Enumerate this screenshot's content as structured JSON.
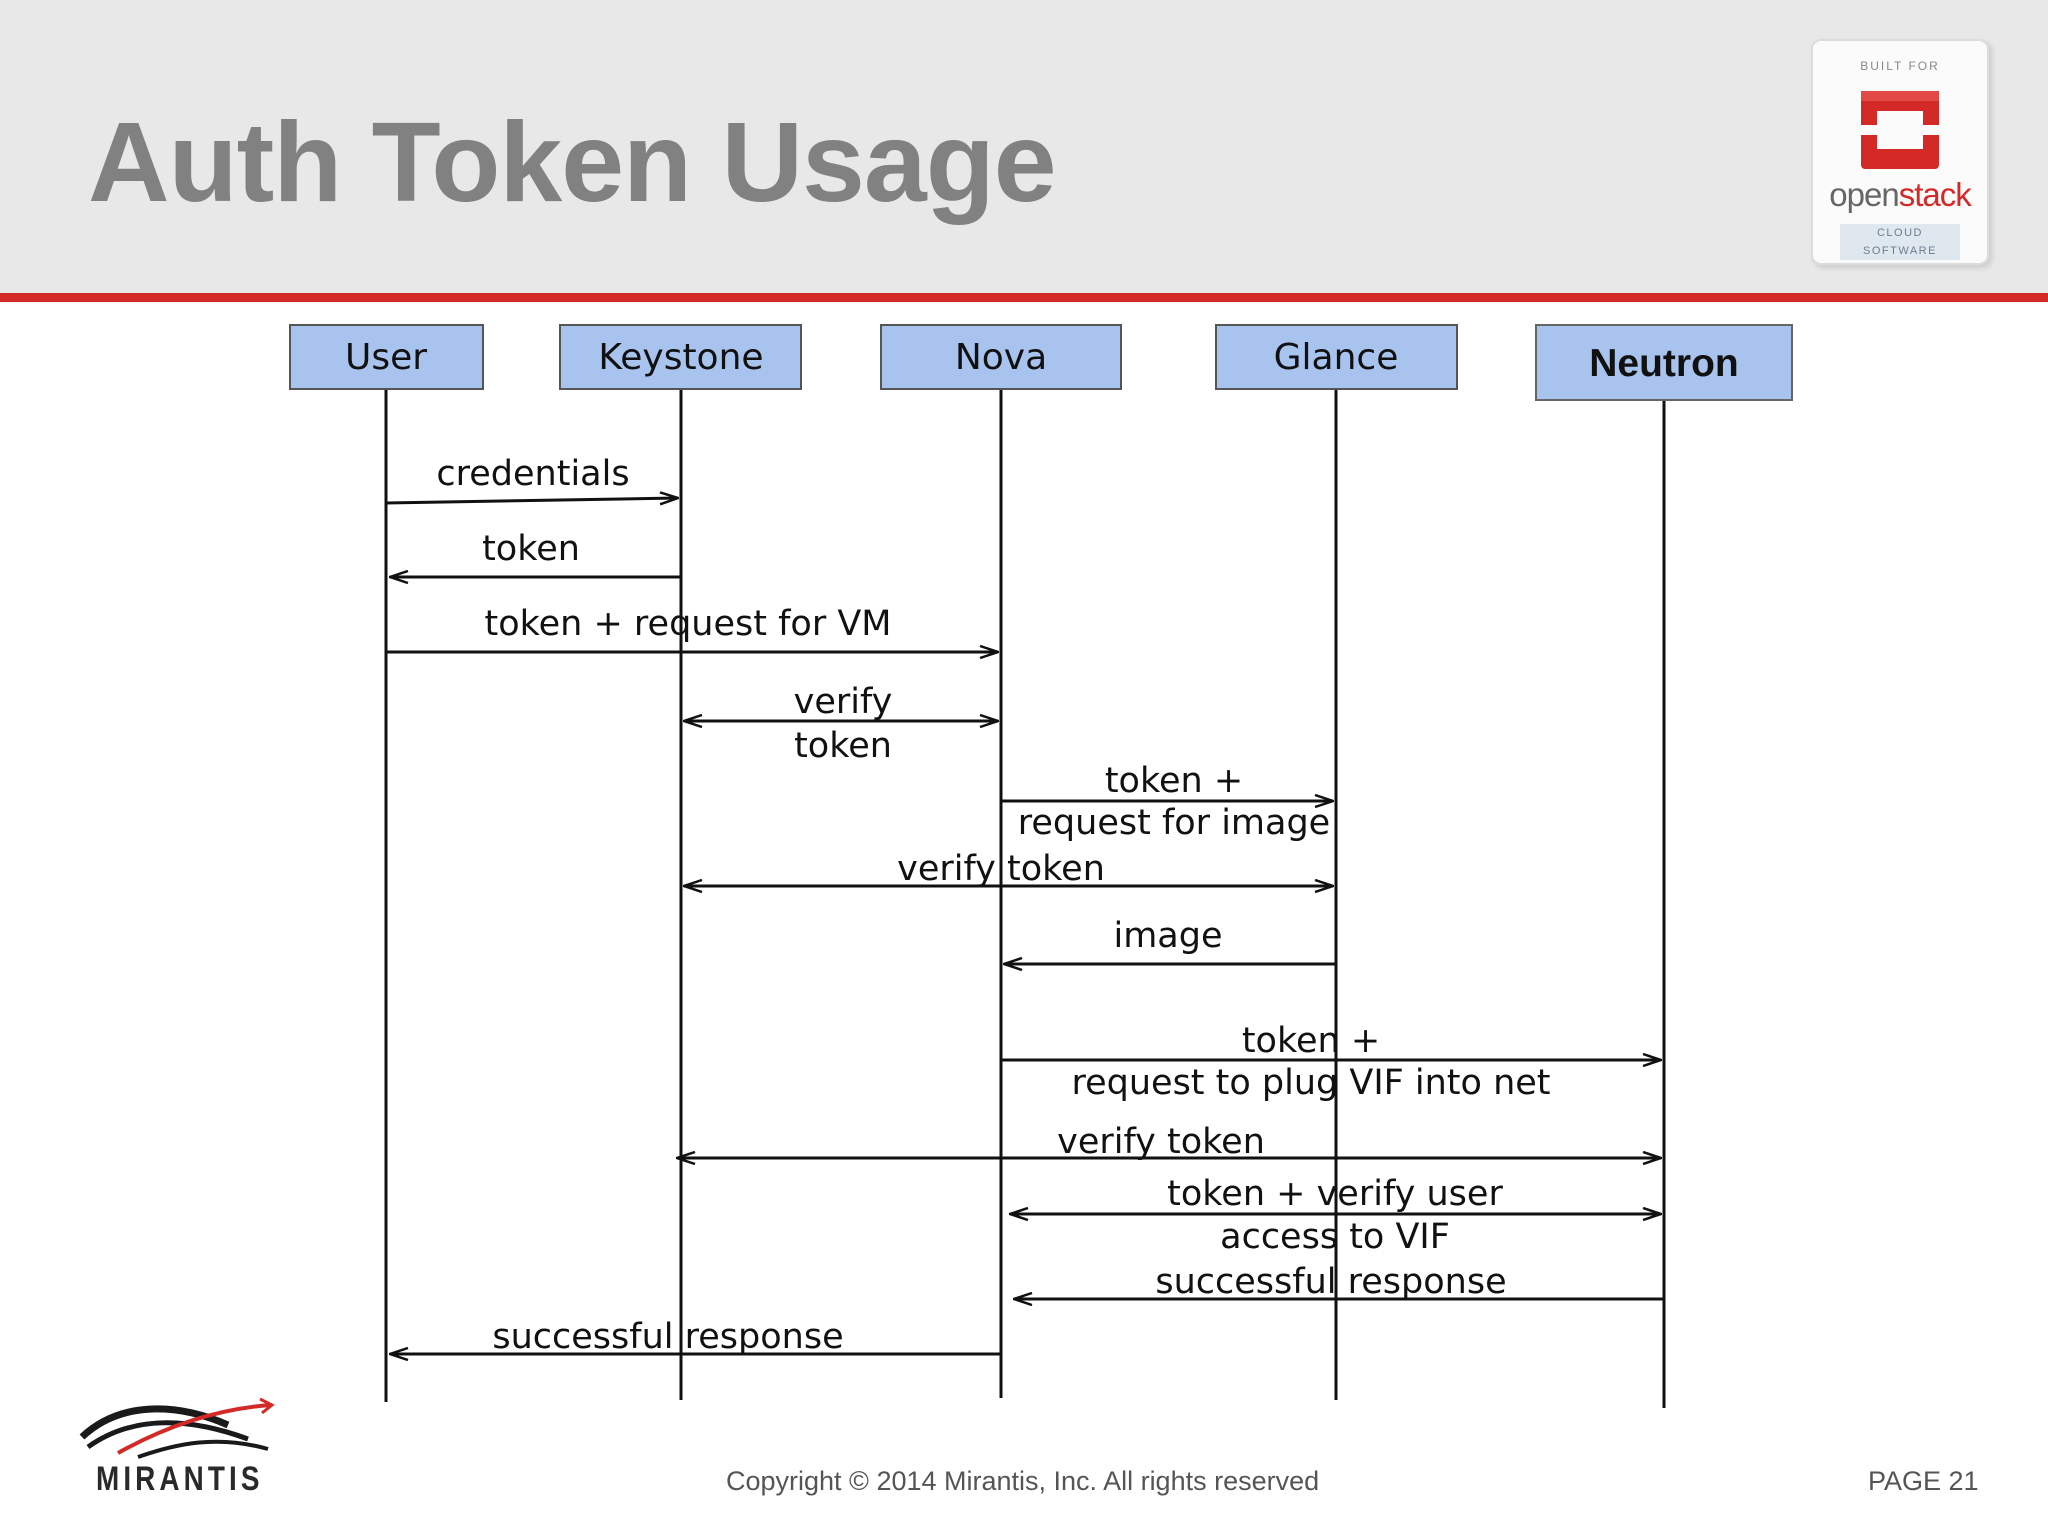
{
  "slide": {
    "title": "Auth Token Usage",
    "copyright": "Copyright © 2014 Mirantis, Inc. All rights reserved",
    "page_label": "PAGE 21"
  },
  "badge": {
    "built_for": "BUILT FOR",
    "brand_prefix": "open",
    "brand_suffix": "stack",
    "tagline": "CLOUD SOFTWARE"
  },
  "company_logo": {
    "name": "MIRANTIS"
  },
  "colors": {
    "accent_red": "#d42a27",
    "actor_box": "#a9c3ef",
    "title_gray": "#818181"
  },
  "diagram": {
    "actors": [
      "User",
      "Keystone",
      "Nova",
      "Glance",
      "Neutron"
    ],
    "messages": [
      {
        "from": "User",
        "to": "Keystone",
        "label": "credentials"
      },
      {
        "from": "Keystone",
        "to": "User",
        "label": "token"
      },
      {
        "from": "User",
        "to": "Nova",
        "label": "token + request for VM"
      },
      {
        "from": "Nova",
        "to": "Keystone",
        "label": [
          "verify",
          "token"
        ],
        "both_ways": true
      },
      {
        "from": "Nova",
        "to": "Glance",
        "label": [
          "token +",
          "request for image"
        ]
      },
      {
        "from": "Glance",
        "to": "Keystone",
        "label": "verify token",
        "both_ways": true
      },
      {
        "from": "Glance",
        "to": "Nova",
        "label": "image"
      },
      {
        "from": "Nova",
        "to": "Neutron",
        "label": [
          "token +",
          "request to plug VIF into net"
        ]
      },
      {
        "from": "Neutron",
        "to": "Keystone",
        "label": "verify token",
        "both_ways": true
      },
      {
        "from": "Neutron",
        "to": "Nova",
        "label": [
          "token + verify user",
          "access to VIF"
        ],
        "both_ways": true
      },
      {
        "from": "Neutron",
        "to": "Nova",
        "label": "successful response"
      },
      {
        "from": "Nova",
        "to": "User",
        "label": "successful response"
      }
    ]
  }
}
